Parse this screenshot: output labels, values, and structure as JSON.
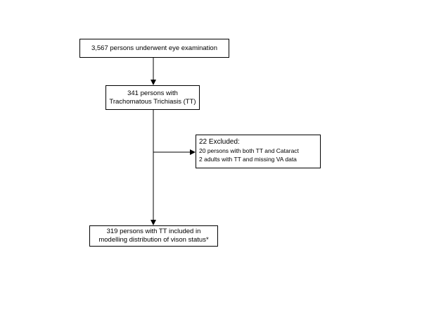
{
  "nodes": {
    "exam": {
      "text": "3,567 persons underwent eye examination"
    },
    "tt": {
      "line1": "341 persons with",
      "line2": "Trachomatous Trichiasis (TT)"
    },
    "excluded": {
      "title": "22 Excluded:",
      "lines": [
        "20 persons with both TT and Cataract",
        "2 adults with TT and missing VA data"
      ]
    },
    "final": {
      "line1": "319 persons with TT included in",
      "line2": "modelling distribution of vison status*"
    }
  },
  "edges": [
    {
      "from": "exam",
      "to": "tt"
    },
    {
      "from": "tt",
      "to": "excluded"
    },
    {
      "from": "tt",
      "to": "final"
    }
  ]
}
